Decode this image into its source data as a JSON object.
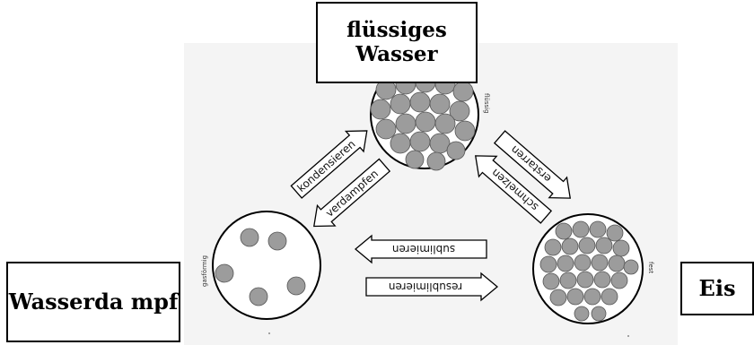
{
  "labels": {
    "liquid": "flüssiges Wasser",
    "gas": "Wasserda mpf",
    "ice": "Eis"
  },
  "state_labels": {
    "liquid": "flüssig",
    "gas": "gasförmig",
    "solid": "fest"
  },
  "processes": {
    "kondensieren": "kondensieren",
    "verdampfen": "verdampfen",
    "erstarren": "erstarren",
    "schmelzen": "schmelzen",
    "sublimieren": "sublimieren",
    "resublimieren": "resublimieren"
  },
  "colors": {
    "particle": "#9c9c9c",
    "outline": "#000000",
    "arrow_fill": "#ffffff"
  }
}
